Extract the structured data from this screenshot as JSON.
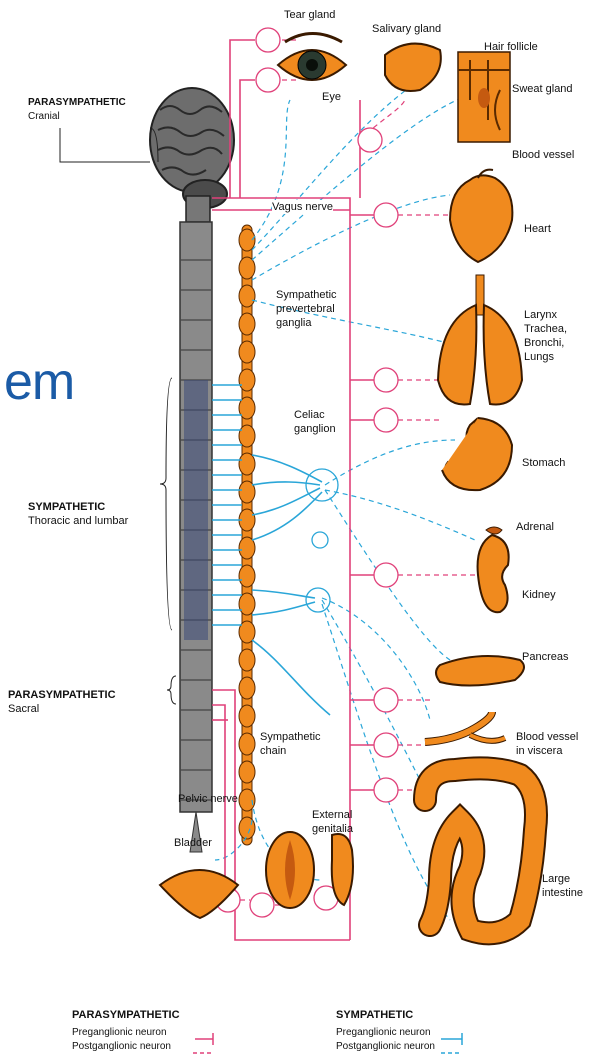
{
  "left_labels": {
    "cranial": {
      "title": "PARASYMPATHETIC",
      "sub": "Cranial"
    },
    "thoracic": {
      "title": "SYMPATHETIC",
      "sub": "Thoracic and lumbar"
    },
    "sacral": {
      "title": "PARASYMPATHETIC",
      "sub": "Sacral"
    }
  },
  "background_text": "em",
  "organs": {
    "tear_gland": "Tear gland",
    "eye": "Eye",
    "salivary_gland": "Salivary gland",
    "hair_follicle": "Hair follicle",
    "sweat_gland": "Sweat gland",
    "blood_vessel": "Blood vessel",
    "heart": "Heart",
    "lungs": "Larynx\nTrachea,\nBronchi,\nLungs",
    "stomach": "Stomach",
    "adrenal": "Adrenal",
    "kidney": "Kidney",
    "pancreas": "Pancreas",
    "blood_vessel_viscera": "Blood vessel\nin viscera",
    "large_intestine": "Large\nintestine",
    "bladder": "Bladder",
    "external_genitalia": "External\ngenitalia"
  },
  "nerves": {
    "vagus": "Vagus nerve",
    "prevertebral": "Sympathetic\nprevertebral\nganglia",
    "celiac": "Celiac\nganglion",
    "chain": "Sympathetic\nchain",
    "pelvic": "Pelvic nerve"
  },
  "legend": {
    "para_title": "PARASYMPATHETIC",
    "para_pre": "Preganglionic neuron",
    "para_post": "Postganglionic neuron",
    "symp_title": "SYMPATHETIC",
    "symp_pre": "Preganglionic neuron",
    "symp_post": "Postganglionic neuron"
  },
  "colors": {
    "parasympathetic": "#e0417a",
    "sympathetic": "#2aa6d8",
    "organ": "#f08a1e",
    "spine": "#8a8a8a",
    "title_blue": "#1b5ba6"
  }
}
